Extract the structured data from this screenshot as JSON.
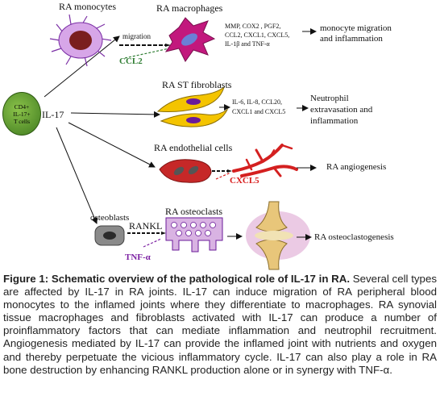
{
  "diagram": {
    "tcell_lines": [
      "CD4+",
      "IL-17+",
      "T cells"
    ],
    "il17": "IL-17",
    "monocytes_label": "RA monocytes",
    "migration_label": "migration",
    "ccl2": "CCL2",
    "macrophages_label": "RA macrophages",
    "macrophage_factors": [
      "MMP, COX2 , PGF2,",
      "CCL2, CXCL1, CXCL5,",
      "IL-1β and TNF-α"
    ],
    "macrophage_outcome": [
      "monocyte migration",
      "and inflammation"
    ],
    "fibroblasts_label": "RA ST fibroblasts",
    "fibroblast_factors": [
      "IL-6, IL-8, CCL20,",
      "CXCL1 and CXCL5"
    ],
    "fibroblast_outcome": [
      "Neutrophil",
      "extravasation and",
      "inflammation"
    ],
    "endothelial_label": "RA endothelial cells",
    "cxcl5": "CXCL5",
    "endothelial_outcome": "RA angiogenesis",
    "osteoblasts_label": "osteoblasts",
    "rankl": "RANKL",
    "tnf": "TNF-α",
    "osteoclasts_label": "RA osteoclasts",
    "osteoclast_outcome": "RA osteoclastogenesis"
  },
  "caption": {
    "title": "Figure 1: Schematic overview of the pathological role of IL-17 in RA.",
    "body": "Several cell types are affected by IL-17 in RA joints. IL-17 can induce migration of RA peripheral blood monocytes to the inflamed joints where they differentiate to macrophages. RA synovial tissue macrophages and fibroblasts activated with IL-17 can produce a number of proinflammatory factors that can mediate inflammation and neutrophil recruitment. Angiogenesis mediated by IL-17 can provide the inflamed joint with nutrients and oxygen and thereby perpetuate the vicious inflammatory cycle. IL-17 can also play a role in RA bone destruction by enhancing RANKL production alone or in synergy with TNF-α."
  }
}
